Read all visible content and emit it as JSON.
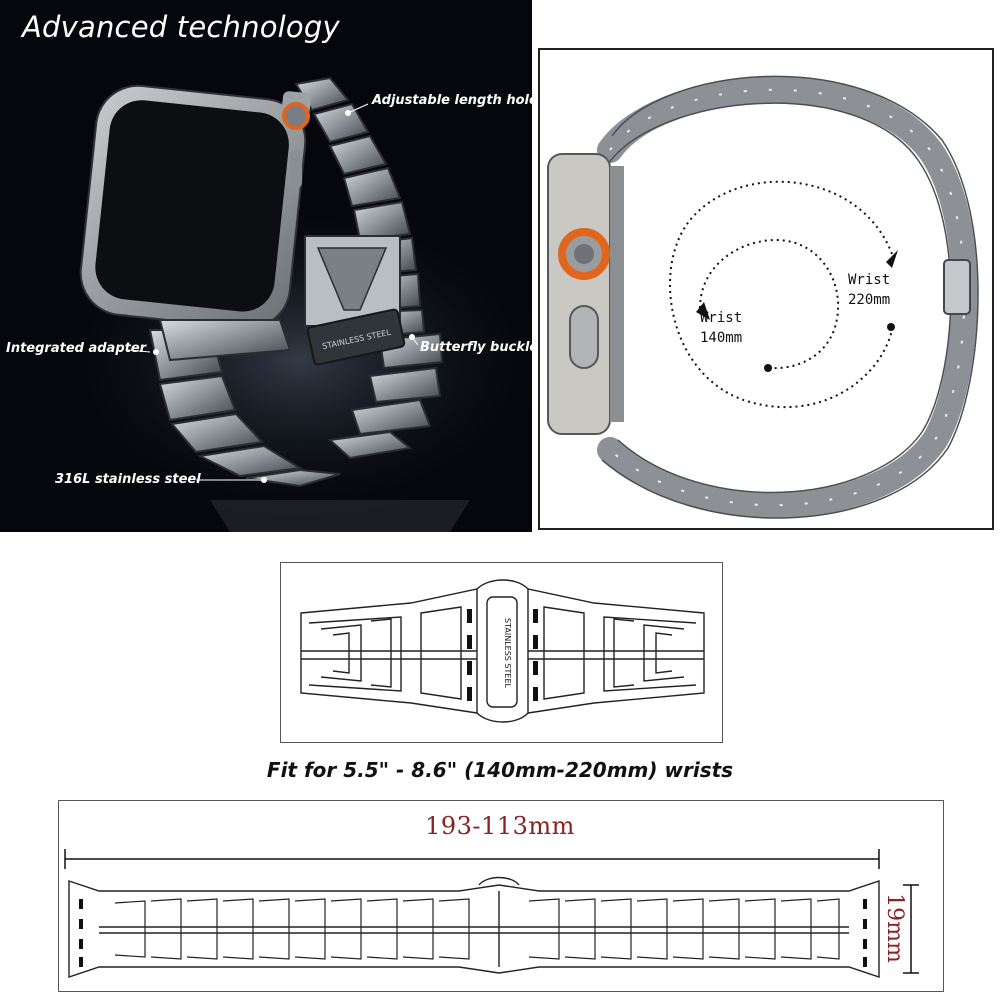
{
  "panel_tech": {
    "title": "Advanced technology",
    "callouts": {
      "adjustable_hole": "Adjustable length hole",
      "integrated_adapter": "Integrated adapter",
      "butterfly_buckle": "Butterfly buckle",
      "material": "316L stainless steel"
    },
    "buckle_engraving": "STAINLESS STEEL"
  },
  "panel_size": {
    "wrist_small_label": "Wrist",
    "wrist_small_value": "140mm",
    "wrist_large_label": "Wrist",
    "wrist_large_value": "220mm"
  },
  "diagram_top": {
    "engraving": "STAINLESS STEEL"
  },
  "fit_caption": "Fit for 5.5\" - 8.6\" (140mm-220mm) wrists",
  "diagram_bottom": {
    "length_label": "193-113mm",
    "width_label": "19mm"
  },
  "colors": {
    "dark_background": "#05070c",
    "dimension_text": "#8a2222",
    "orange_crown": "#e0661e",
    "steel": "#9aa0a6"
  }
}
